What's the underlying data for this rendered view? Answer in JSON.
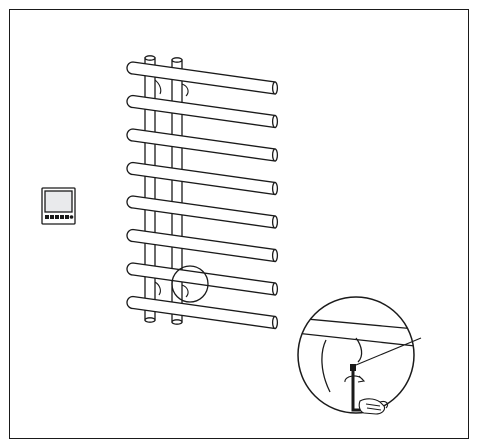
{
  "figure": {
    "subject": "towel-radiator-installation",
    "parts": {
      "radiator": {
        "rail_count": 8,
        "vertical_pipes": 2
      },
      "thermostat": {
        "icon": "wall-thermostat-icon"
      },
      "detail": {
        "icon": "magnifier-circle-icon"
      },
      "tool": {
        "icon": "allen-key-icon"
      }
    },
    "colors": {
      "line": "#1a1a1a",
      "background": "#ffffff",
      "thermostat_screen": "#e9eaec"
    }
  }
}
